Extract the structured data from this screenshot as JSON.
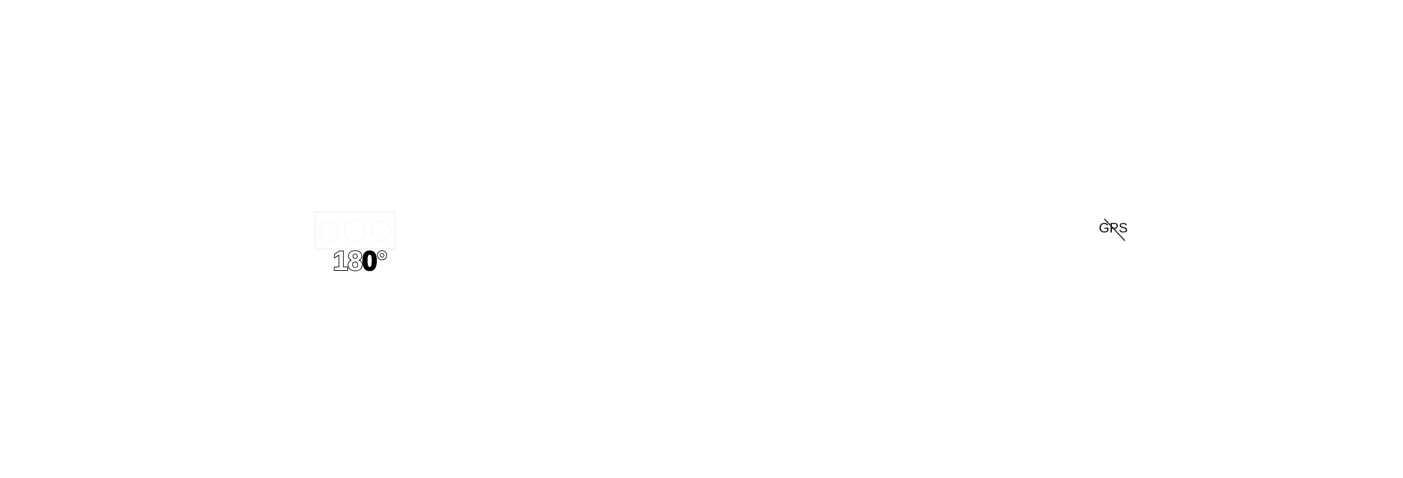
{
  "camera_overlay": {
    "panorama": {
      "icon": "panorama-icon",
      "angle_label": "180°",
      "angle_digits": "18",
      "angle_zero": "0",
      "angle_unit": "°"
    },
    "gps": {
      "label": "GPS",
      "status": "off",
      "icon": "gps-off-icon"
    }
  },
  "colors": {
    "background": "#ffffff",
    "text": "#111111",
    "outline": "#000000",
    "icon_faint": "#f2f2f2"
  }
}
